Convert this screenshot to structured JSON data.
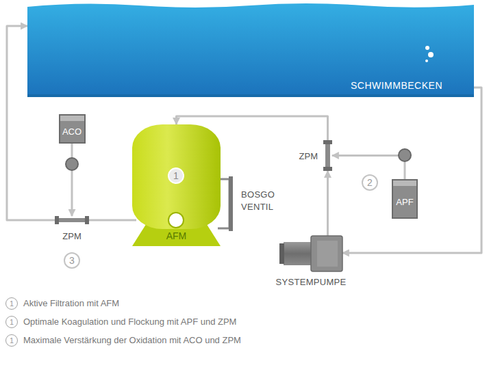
{
  "diagram": {
    "nodes": [
      {
        "text": [
          "SCHWIMMBECKEN"
        ]
      },
      {
        "text": [
          "ACO"
        ]
      },
      {
        "text": [
          "AFM"
        ]
      },
      {
        "text": [
          "ZPM"
        ]
      },
      {
        "text": [
          "APF"
        ]
      },
      {
        "text": [
          "ZPM"
        ]
      },
      {
        "text": [
          "SYSTEMPUMPE"
        ]
      }
    ],
    "edges": [
      {
        "from": 0,
        "to": 6,
        "arrow": "to"
      },
      {
        "from": 6,
        "to": 3,
        "arrow": "to"
      },
      {
        "from": 4,
        "to": 3,
        "arrow": "to"
      },
      {
        "from": 3,
        "to": 2,
        "arrow": "to"
      },
      {
        "from": 2,
        "to": 5,
        "arrow": "none"
      },
      {
        "from": 1,
        "to": 5,
        "arrow": "to"
      },
      {
        "from": 5,
        "to": 0,
        "arrow": "to"
      }
    ],
    "labels": [
      "1",
      "BOSGO VENTIL",
      "2",
      "3",
      "1",
      "1",
      "1"
    ],
    "legend": [
      {
        "text": "Aktive Filtration mit AFM"
      },
      {
        "text": "Optimale Koagulation und Flockung mit APF und ZPM"
      },
      {
        "text": "Maximale Verstärkung der Oxidation mit ACO und ZPM"
      }
    ]
  }
}
